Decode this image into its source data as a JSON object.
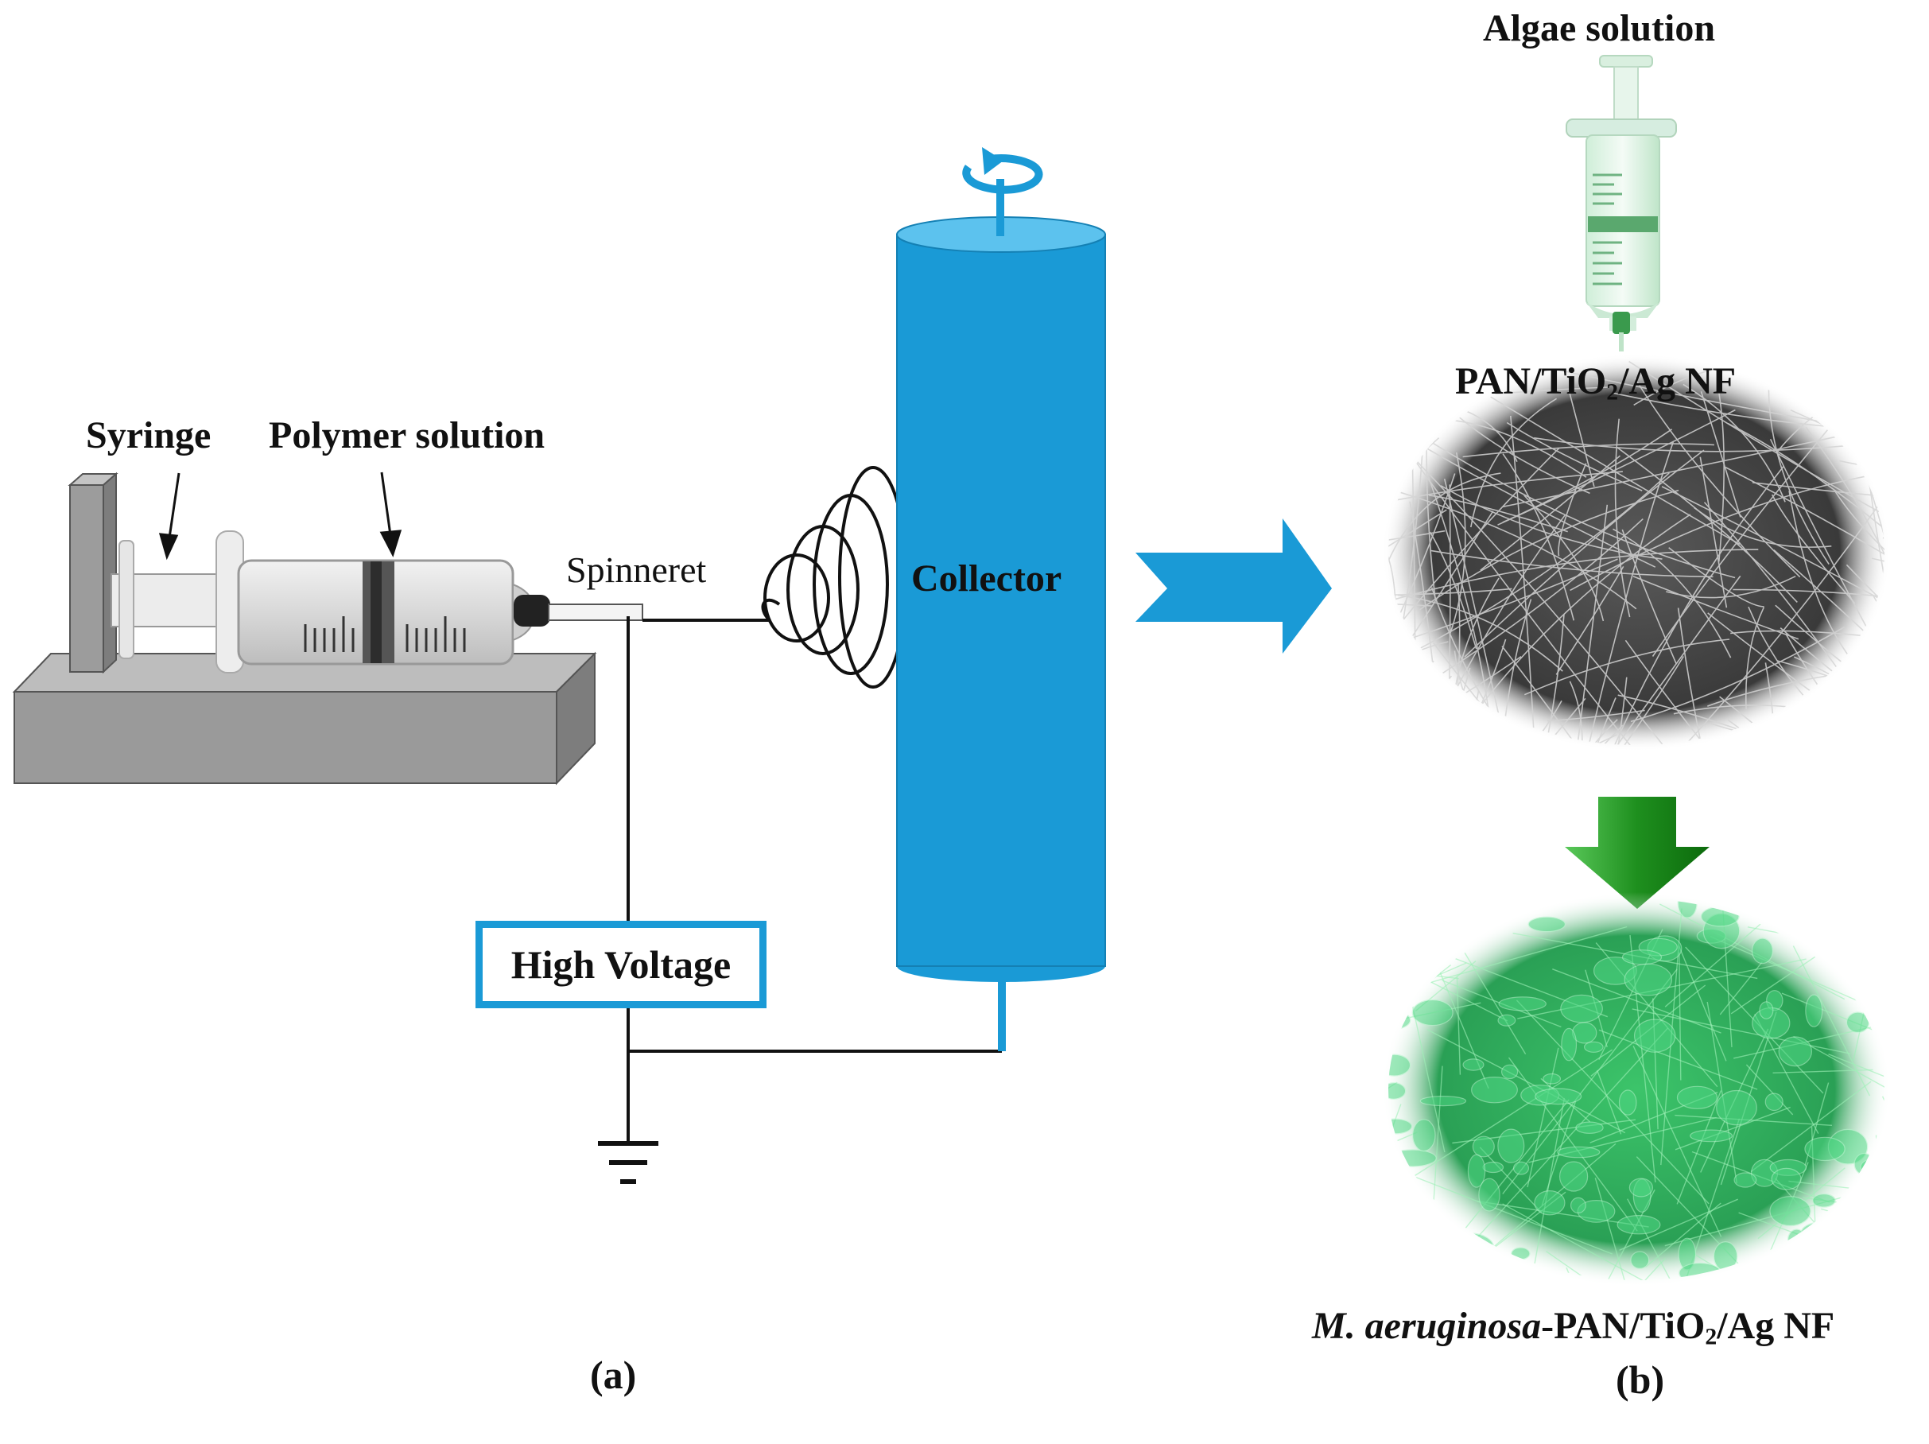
{
  "labels": {
    "syringe": "Syringe",
    "polymer_solution": "Polymer solution",
    "spinneret": "Spinneret",
    "collector": "Collector",
    "high_voltage": "High Voltage",
    "algae_solution": "Algae solution",
    "pan_nf_prefix": "PAN/TiO",
    "pan_nf_sub": "2",
    "pan_nf_suffix": "/Ag NF",
    "m_aeruginosa": "M. aeruginosa",
    "m_nf_prefix": "-PAN/TiO",
    "m_nf_sub": "2",
    "m_nf_suffix": "/Ag NF",
    "panel_a": "(a)",
    "panel_b": "(b)"
  },
  "colors": {
    "collector_blue": "#1a9ad6",
    "arrow_blue": "#1a9ad6",
    "arrow_green": "#1e8f1e",
    "stand_gray": "#9a9a9a",
    "fiber_mat_gray": "#3c3c3c",
    "algae_green": "#3fbf6a"
  }
}
